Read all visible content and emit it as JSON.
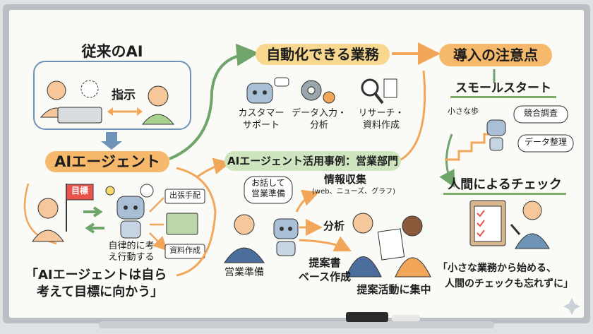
{
  "traditional_ai": {
    "title": "従来のAI",
    "instruction_label": "指示"
  },
  "ai_agent": {
    "title": "AIエージェント",
    "goal_flag": "目標",
    "tasks": [
      "出張手配",
      "資料作成"
    ],
    "autonomy_caption_1": "自律的に考",
    "autonomy_caption_2": "え行動する",
    "quote_line_1": "「AIエージェントは自ら",
    "quote_line_2": "考えて目標に向かう」"
  },
  "automatable_work": {
    "title": "自動化できる業務",
    "items": [
      {
        "line1": "カスタマー",
        "line2": "サポート"
      },
      {
        "line1": "データ入力・",
        "line2": "分析"
      },
      {
        "line1": "リサーチ・",
        "line2": "資料作成"
      }
    ]
  },
  "sales_case": {
    "title": "AIエージェント活用事例：営業部門",
    "speech_line_1": "お話して",
    "speech_line_2": "営業準備",
    "info_title": "情報収集",
    "info_sub": "(web、ニューズ、グラフ)",
    "analysis": "分析",
    "proposal_line_1": "提案書",
    "proposal_line_2": "ベース作成",
    "left_caption": "営業準備",
    "right_caption": "提案活動に集中"
  },
  "cautions": {
    "title": "導入の注意点",
    "small_start_title": "スモールスタート",
    "small_steps": "小さな歩",
    "bubble_1": "競合調査",
    "bubble_2": "データ整理",
    "human_check_title": "人間によるチェック",
    "quote_line_1": "「小さな業務から始める、",
    "quote_line_2": "人間のチェックも忘れずに」"
  },
  "colors": {
    "board": "#fafaf6",
    "frame": "#b9bfc4",
    "orange": "#f6b96b",
    "green": "#7dac6a",
    "blue": "#6f93b7",
    "arrow_orange": "#f2a65a",
    "arrow_green": "#6fa46b"
  }
}
